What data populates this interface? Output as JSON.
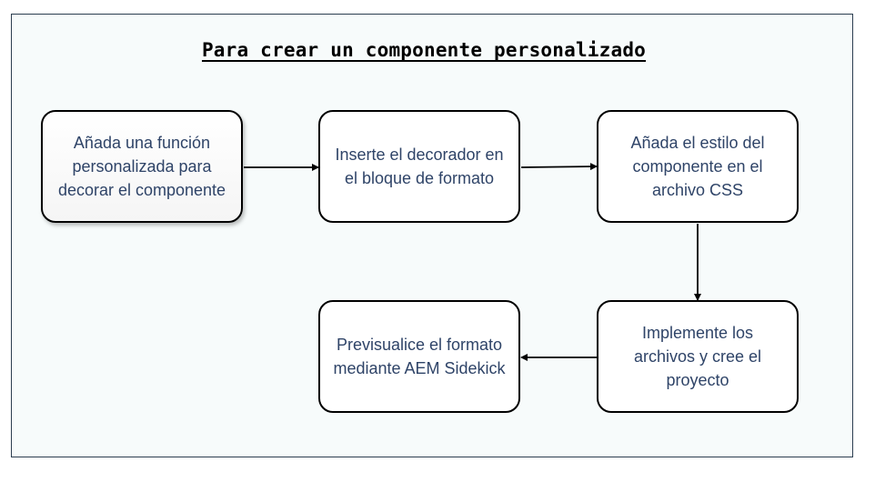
{
  "title": "Para crear un componente personalizado",
  "steps": [
    {
      "id": "step-1",
      "text": "Añada una función personalizada para decorar el componente"
    },
    {
      "id": "step-2",
      "text": "Inserte el decorador en el bloque de formato"
    },
    {
      "id": "step-3",
      "text": "Añada el estilo del componente en el archivo CSS"
    },
    {
      "id": "step-4",
      "text": "Implemente los archivos y cree el proyecto"
    },
    {
      "id": "step-5",
      "text": "Previsualice el formato mediante AEM Sidekick"
    }
  ],
  "colors": {
    "frame_border": "#2c3e50",
    "frame_background": "#f7fbfb",
    "box_text": "#2f4468",
    "box_border": "#000000",
    "arrow": "#000000"
  }
}
